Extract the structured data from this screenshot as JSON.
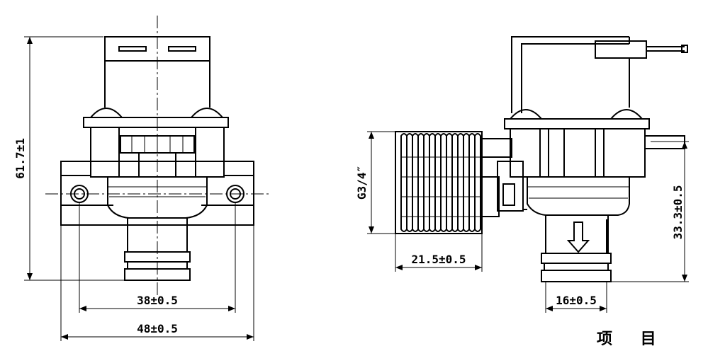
{
  "dimensions": {
    "height_overall": "61.7±1",
    "mount_hole_spacing": "38±0.5",
    "body_width": "48±0.5",
    "thread": "G3/4″",
    "thread_length": "21.5±0.5",
    "outlet_height": "33.3±0.5",
    "outlet_diameter": "16±0.5"
  },
  "caption": "项 目"
}
